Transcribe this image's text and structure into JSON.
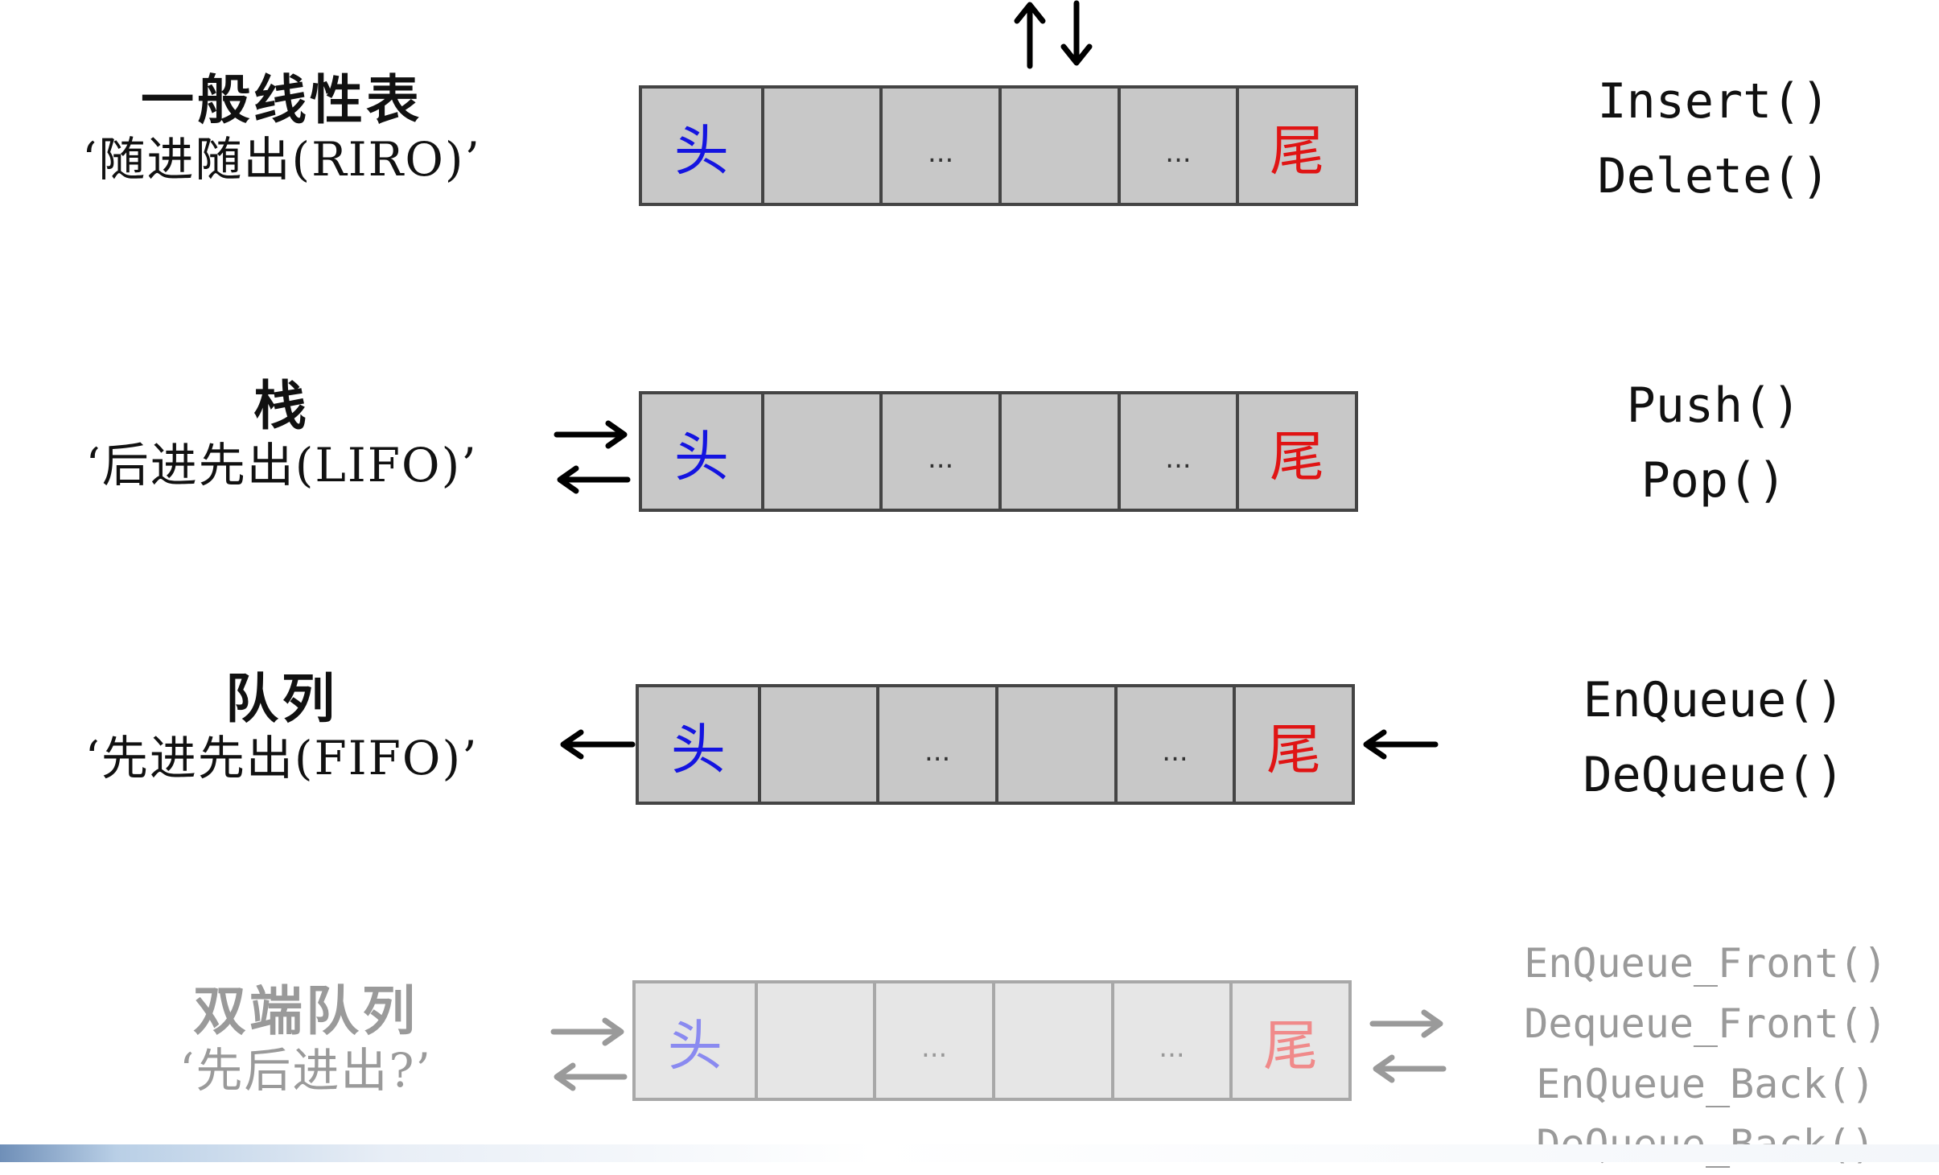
{
  "structures": [
    {
      "title": "一般线性表",
      "subtitle": "‘随进随出(RIRO)’",
      "cells": [
        "头",
        "",
        "...",
        "",
        "...",
        "尾"
      ],
      "operations": [
        "Insert()",
        "Delete()"
      ]
    },
    {
      "title": "栈",
      "subtitle": "‘后进先出(LIFO)’",
      "cells": [
        "头",
        "",
        "...",
        "",
        "...",
        "尾"
      ],
      "operations": [
        "Push()",
        "Pop()"
      ]
    },
    {
      "title": "队列",
      "subtitle": "‘先进先出(FIFO)’",
      "cells": [
        "头",
        "",
        "...",
        "",
        "...",
        "尾"
      ],
      "operations": [
        "EnQueue()",
        "DeQueue()"
      ]
    },
    {
      "title": "双端队列",
      "subtitle": "‘先后进出?’",
      "cells": [
        "头",
        "",
        "...",
        "",
        "...",
        "尾"
      ],
      "operations": [
        "EnQueue_Front()",
        "Dequeue_Front()",
        "EnQueue_Back()",
        "DeQueue_Back()"
      ]
    }
  ],
  "colors": {
    "head_text": "#1414e0",
    "tail_text": "#e01414",
    "cell_fill": "#c8c8c8",
    "faded_cell_fill": "#e6e6e6",
    "faded_text": "#9a9a9a"
  },
  "icons": {
    "top_arrows": "up-down-arrows-icon",
    "stack_arrows": "in-out-arrows-icon",
    "queue_out_arrow": "left-arrow-icon",
    "queue_in_arrow": "left-arrow-icon",
    "deque_arrows": "in-out-arrows-icon"
  }
}
